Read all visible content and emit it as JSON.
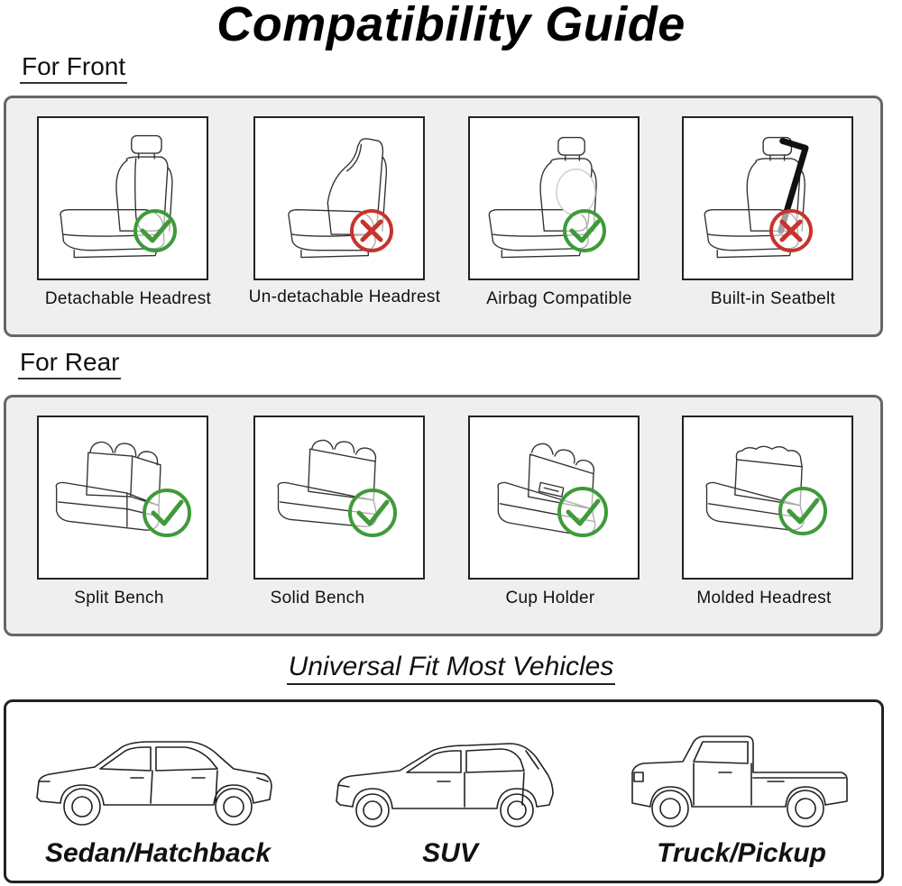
{
  "title": "Compatibility Guide",
  "front": {
    "heading": "For Front",
    "items": [
      {
        "label": "Detachable Headrest",
        "status": "compatible"
      },
      {
        "label": "Un-detachable Headrest",
        "status": "not-compatible"
      },
      {
        "label": "Airbag Compatible",
        "status": "compatible"
      },
      {
        "label": "Built-in Seatbelt",
        "status": "not-compatible"
      }
    ]
  },
  "rear": {
    "heading": "For Rear",
    "items": [
      {
        "label": "Split Bench",
        "status": "compatible"
      },
      {
        "label": "Solid Bench",
        "status": "compatible"
      },
      {
        "label": "Cup Holder",
        "status": "compatible"
      },
      {
        "label": "Molded Headrest",
        "status": "compatible"
      }
    ]
  },
  "vehicles": {
    "heading": "Universal Fit Most Vehicles",
    "items": [
      {
        "label": "Sedan/Hatchback"
      },
      {
        "label": "SUV"
      },
      {
        "label": "Truck/Pickup"
      }
    ]
  },
  "colors": {
    "check": "#3f9a3a",
    "cross": "#c8332c",
    "panel_bg": "#efefef",
    "panel_border": "#666666"
  },
  "icons": {
    "compatible": "green-check-circle-icon",
    "not_compatible": "red-x-circle-icon"
  }
}
